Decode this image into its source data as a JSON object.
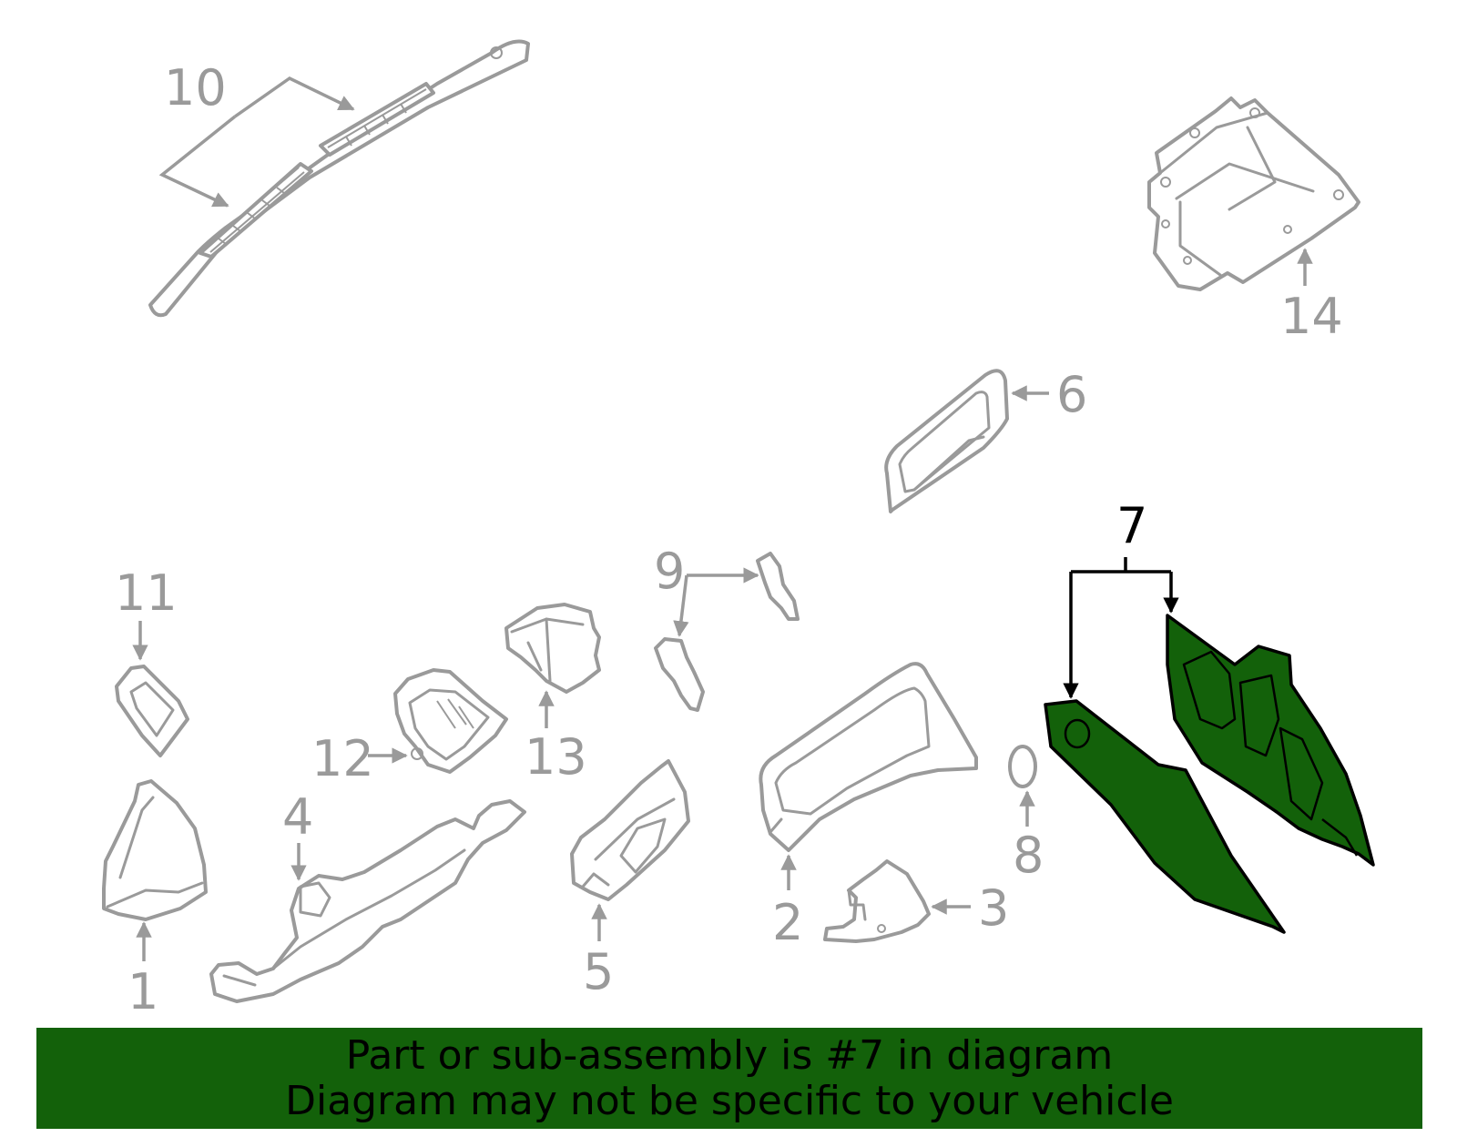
{
  "callouts": [
    {
      "id": "1",
      "label": "1",
      "highlighted": false
    },
    {
      "id": "2",
      "label": "2",
      "highlighted": false
    },
    {
      "id": "3",
      "label": "3",
      "highlighted": false
    },
    {
      "id": "4",
      "label": "4",
      "highlighted": false
    },
    {
      "id": "5",
      "label": "5",
      "highlighted": false
    },
    {
      "id": "6",
      "label": "6",
      "highlighted": false
    },
    {
      "id": "7",
      "label": "7",
      "highlighted": true
    },
    {
      "id": "8",
      "label": "8",
      "highlighted": false
    },
    {
      "id": "9",
      "label": "9",
      "highlighted": false
    },
    {
      "id": "10",
      "label": "10",
      "highlighted": false
    },
    {
      "id": "11",
      "label": "11",
      "highlighted": false
    },
    {
      "id": "12",
      "label": "12",
      "highlighted": false
    },
    {
      "id": "13",
      "label": "13",
      "highlighted": false
    },
    {
      "id": "14",
      "label": "14",
      "highlighted": false
    }
  ],
  "banner": {
    "line1": "Part or sub-assembly is #7 in diagram",
    "line2": "Diagram may not be specific to your vehicle"
  },
  "colors": {
    "highlight": "#13610a",
    "part_outline": "#9a9a9a",
    "highlight_outline": "#000000"
  }
}
